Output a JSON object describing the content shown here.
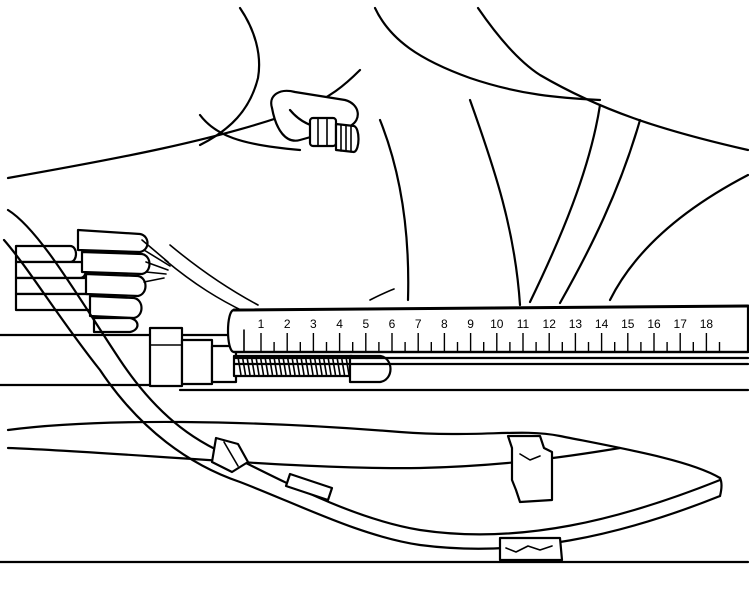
{
  "ruler": {
    "tick_labels": [
      "1",
      "2",
      "3",
      "4",
      "5",
      "6",
      "7",
      "8",
      "9",
      "10",
      "11",
      "12",
      "13",
      "14",
      "15",
      "16",
      "17",
      "18"
    ]
  },
  "colors": {
    "ink": "#000000",
    "paper": "#ffffff"
  }
}
